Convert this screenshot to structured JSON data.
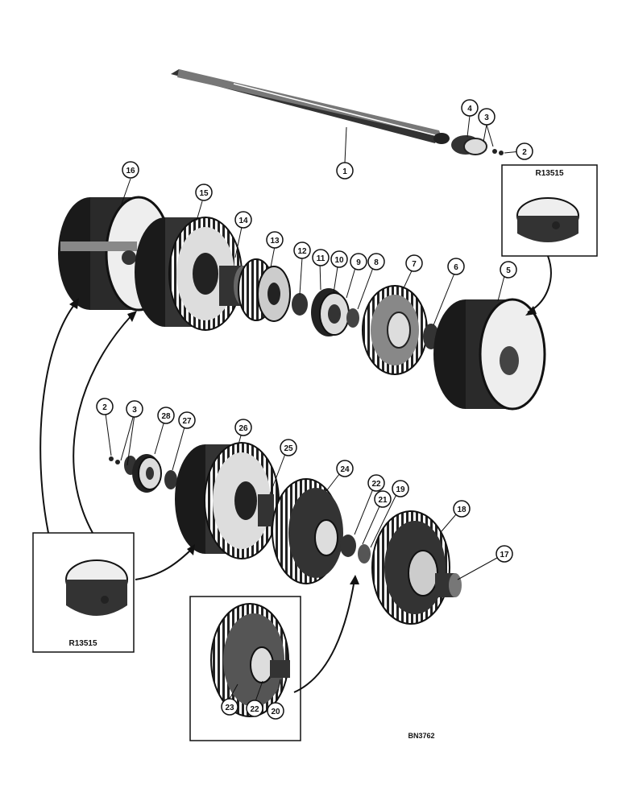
{
  "drawing_code": "BN3762",
  "inset_labels": [
    "R13515",
    "R13515"
  ],
  "callouts": [
    "1",
    "2",
    "3",
    "4",
    "5",
    "6",
    "7",
    "8",
    "9",
    "10",
    "11",
    "12",
    "13",
    "14",
    "15",
    "16",
    "2",
    "3",
    "28",
    "27",
    "26",
    "25",
    "24",
    "22",
    "21",
    "19",
    "18",
    "17",
    "23",
    "22",
    "20"
  ]
}
